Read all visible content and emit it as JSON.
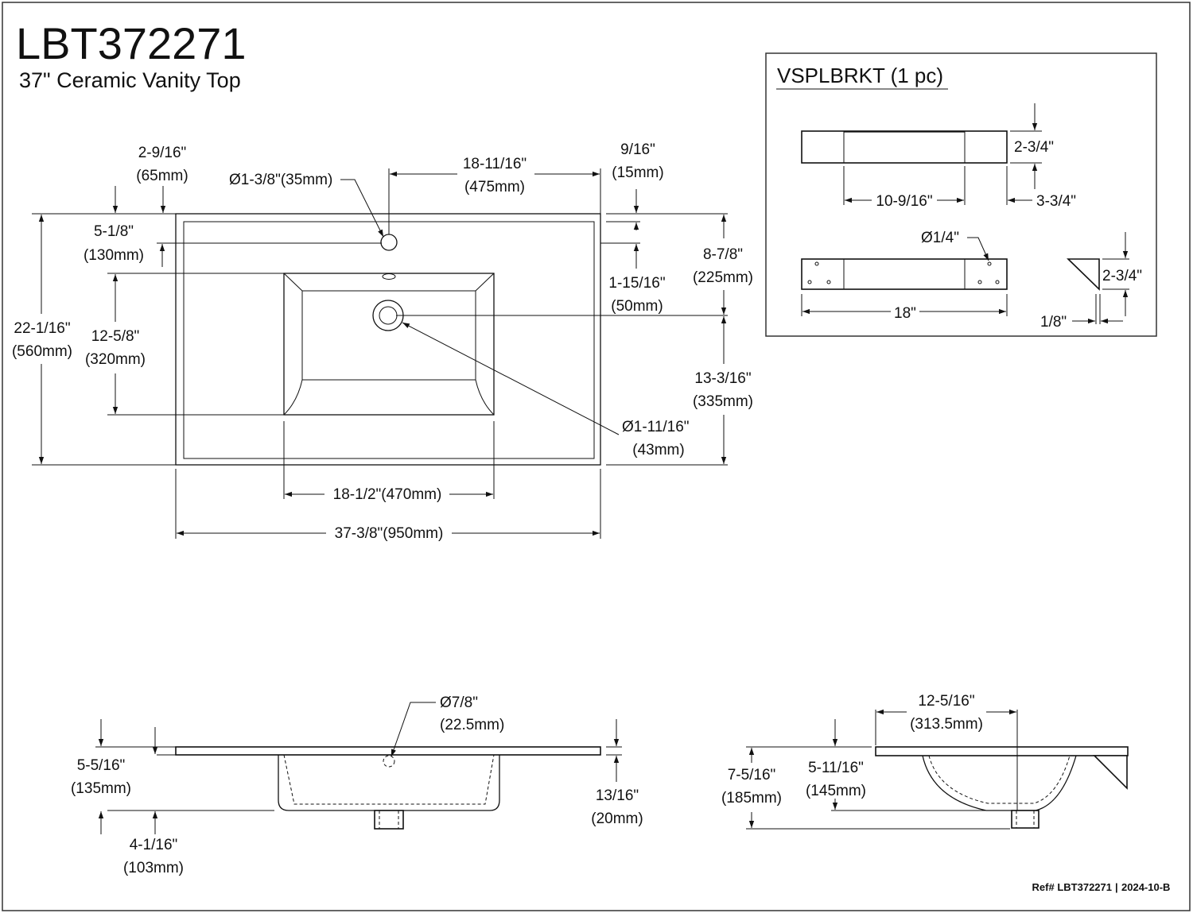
{
  "header": {
    "model": "LBT372271",
    "subtitle": "37\" Ceramic Vanity Top"
  },
  "top_view": {
    "dim_offset_in": "2-9/16\"",
    "dim_offset_mm": "(65mm)",
    "dim_faucet_hole": "Ø1-3/8\"(35mm)",
    "dim_hole_to_edge_in": "18-11/16\"",
    "dim_hole_to_edge_mm": "(475mm)",
    "dim_rim_in": "9/16\"",
    "dim_rim_mm": "(15mm)",
    "dim_back_in": "5-1/8\"",
    "dim_back_mm": "(130mm)",
    "dim_bowl_top_in": "1-15/16\"",
    "dim_bowl_top_mm": "(50mm)",
    "dim_drain_back_in": "8-7/8\"",
    "dim_drain_back_mm": "(225mm)",
    "dim_depth_in": "22-1/16\"",
    "dim_depth_mm": "(560mm)",
    "dim_bowl_depth_in": "12-5/8\"",
    "dim_bowl_depth_mm": "(320mm)",
    "dim_drain_front_in": "13-3/16\"",
    "dim_drain_front_mm": "(335mm)",
    "dim_drain_in": "Ø1-11/16\"",
    "dim_drain_mm": "(43mm)",
    "dim_bowl_width": "18-1/2\"(470mm)",
    "dim_total_width": "37-3/8\"(950mm)"
  },
  "bracket": {
    "title": "VSPLBRKT (1 pc)",
    "dim_height_top": "2-3/4\"",
    "dim_inner": "10-9/16\"",
    "dim_end": "3-3/4\"",
    "dim_hole": "Ø1/4\"",
    "dim_length": "18\"",
    "dim_height_side": "2-3/4\"",
    "dim_thickness": "1/8\""
  },
  "front_view": {
    "dim_overflow_in": "Ø7/8\"",
    "dim_overflow_mm": "(22.5mm)",
    "dim_bowl_in": "5-5/16\"",
    "dim_bowl_mm": "(135mm)",
    "dim_slab_in": "13/16\"",
    "dim_slab_mm": "(20mm)",
    "dim_under_in": "4-1/16\"",
    "dim_under_mm": "(103mm)"
  },
  "side_view": {
    "dim_width_in": "12-5/16\"",
    "dim_width_mm": "(313.5mm)",
    "dim_total_in": "7-5/16\"",
    "dim_total_mm": "(185mm)",
    "dim_bowl_in": "5-11/16\"",
    "dim_bowl_mm": "(145mm)"
  },
  "footer": {
    "ref": "Ref# LBT372271",
    "sep": "|",
    "rev": "2024-10-B"
  }
}
